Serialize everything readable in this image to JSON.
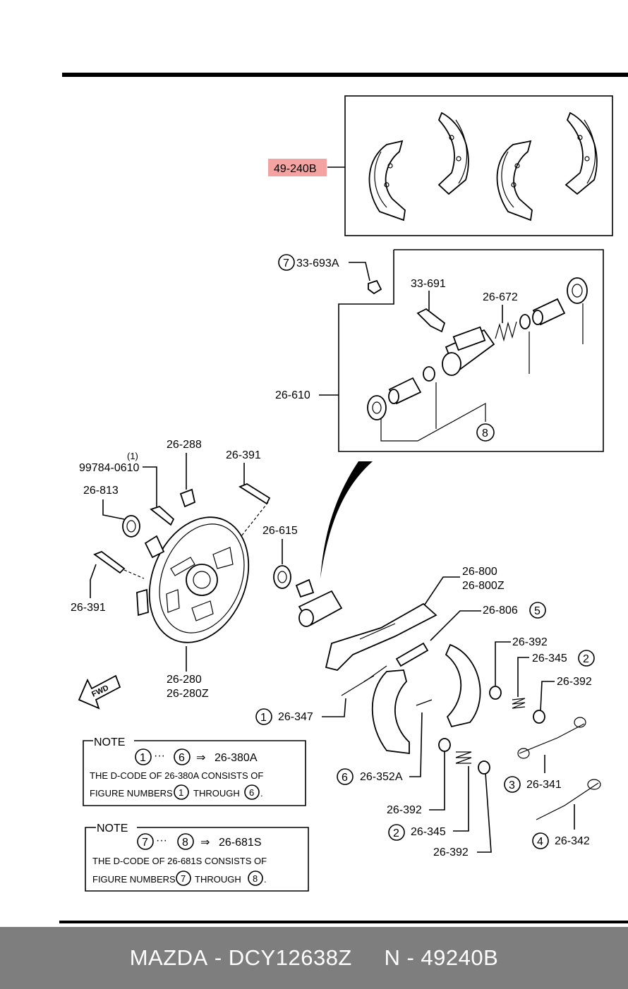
{
  "highlight_color": "#f4a3a3",
  "footer_color": "#7e7e7e",
  "labels": {
    "l49_240b": "49-240B",
    "l33_693a": "33-693A",
    "l33_691": "33-691",
    "l26_672": "26-672",
    "l26_610": "26-610",
    "l8": "8",
    "l7": "7",
    "l1_paren": "(1)",
    "l99784": "99784-0610",
    "l26_288": "26-288",
    "l26_391_top": "26-391",
    "l26_813": "26-813",
    "l26_615": "26-615",
    "l26_391_left": "26-391",
    "l26_800": "26-800",
    "l26_800z": "26-800Z",
    "l26_806": "26-806",
    "l5": "5",
    "l26_280": "26-280",
    "l26_280z": "26-280Z",
    "fwd": "FWD",
    "l26_392_a": "26-392",
    "l26_345_a": "26-345",
    "l2_a": "2",
    "l26_392_b": "26-392",
    "l1": "1",
    "l26_347": "26-347",
    "l6": "6",
    "l26_352a": "26-352A",
    "l3": "3",
    "l26_341": "26-341",
    "l26_392_c": "26-392",
    "l2_b": "2",
    "l26_345_b": "26-345",
    "l4": "4",
    "l26_342": "26-342",
    "l26_392_d": "26-392"
  },
  "note1": {
    "title": "NOTE",
    "from": "1",
    "dots": "···",
    "to": "6",
    "arrow": "⇒",
    "code": "26-380A",
    "line2": "THE D-CODE OF 26-380A CONSISTS OF",
    "line3_a": "FIGURE NUMBERS",
    "line3_b": "1",
    "line3_c": "THROUGH",
    "line3_d": "6",
    "line3_e": "."
  },
  "note2": {
    "title": "NOTE",
    "from": "7",
    "dots": "···",
    "to": "8",
    "arrow": "⇒",
    "code": "26-681S",
    "line2": "THE D-CODE OF 26-681S CONSISTS OF",
    "line3_a": "FIGURE NUMBERS",
    "line3_b": "7",
    "line3_c": "THROUGH",
    "line3_d": "8",
    "line3_e": "."
  },
  "footer": {
    "brand": "MAZDA",
    "sep1": " - ",
    "part_number": "DCY12638Z",
    "gap": "     ",
    "ref": "N - 49240B"
  }
}
